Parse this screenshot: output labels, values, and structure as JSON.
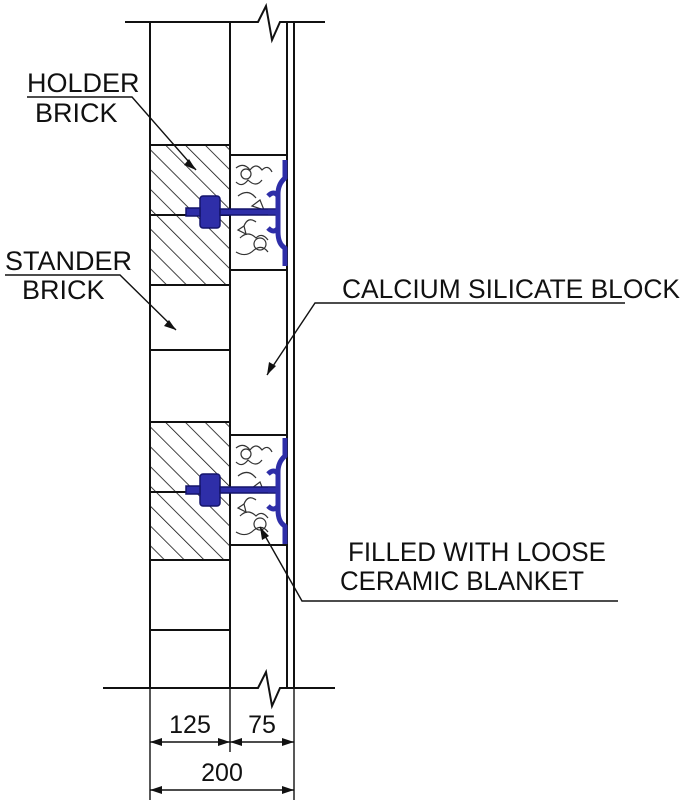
{
  "labels": {
    "holder_brick": [
      "HOLDER",
      "BRICK"
    ],
    "stander_brick": [
      "STANDER",
      "BRICK"
    ],
    "calcium_silicate_block": "CALCIUM SILICATE BLOCK",
    "loose_ceramic_blanket": [
      "FILLED WITH LOOSE",
      "CERAMIC BLANKET"
    ]
  },
  "dimensions": {
    "brick_layer": "125",
    "insulation_layer": "75",
    "total_thickness": "200"
  },
  "colors": {
    "line": "#111111",
    "anchor": "#2e2ea8"
  }
}
